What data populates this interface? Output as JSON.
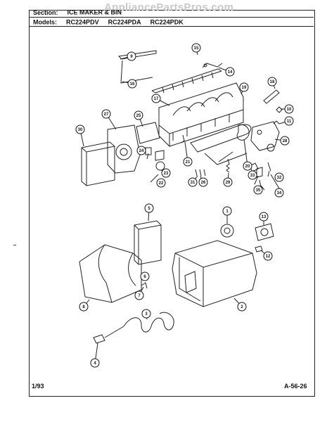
{
  "watermark": "AppliancePartsPros.com",
  "header": {
    "section_label": "Section:",
    "section_value": "ICE MAKER & BIN",
    "models_label": "Models:",
    "models": [
      "RC224PDV",
      "RC224PDA",
      "RC224PDK"
    ]
  },
  "footer": {
    "date": "1/93",
    "page_code": "A-56-26"
  },
  "callouts": [
    "1",
    "2",
    "3",
    "4",
    "5",
    "6",
    "7",
    "8",
    "9",
    "10",
    "11",
    "12",
    "13",
    "14",
    "15",
    "16",
    "17",
    "18",
    "19",
    "20",
    "21",
    "22",
    "23",
    "24",
    "25",
    "26",
    "27",
    "28",
    "29",
    "30",
    "31",
    "32",
    "33",
    "34",
    "35"
  ]
}
